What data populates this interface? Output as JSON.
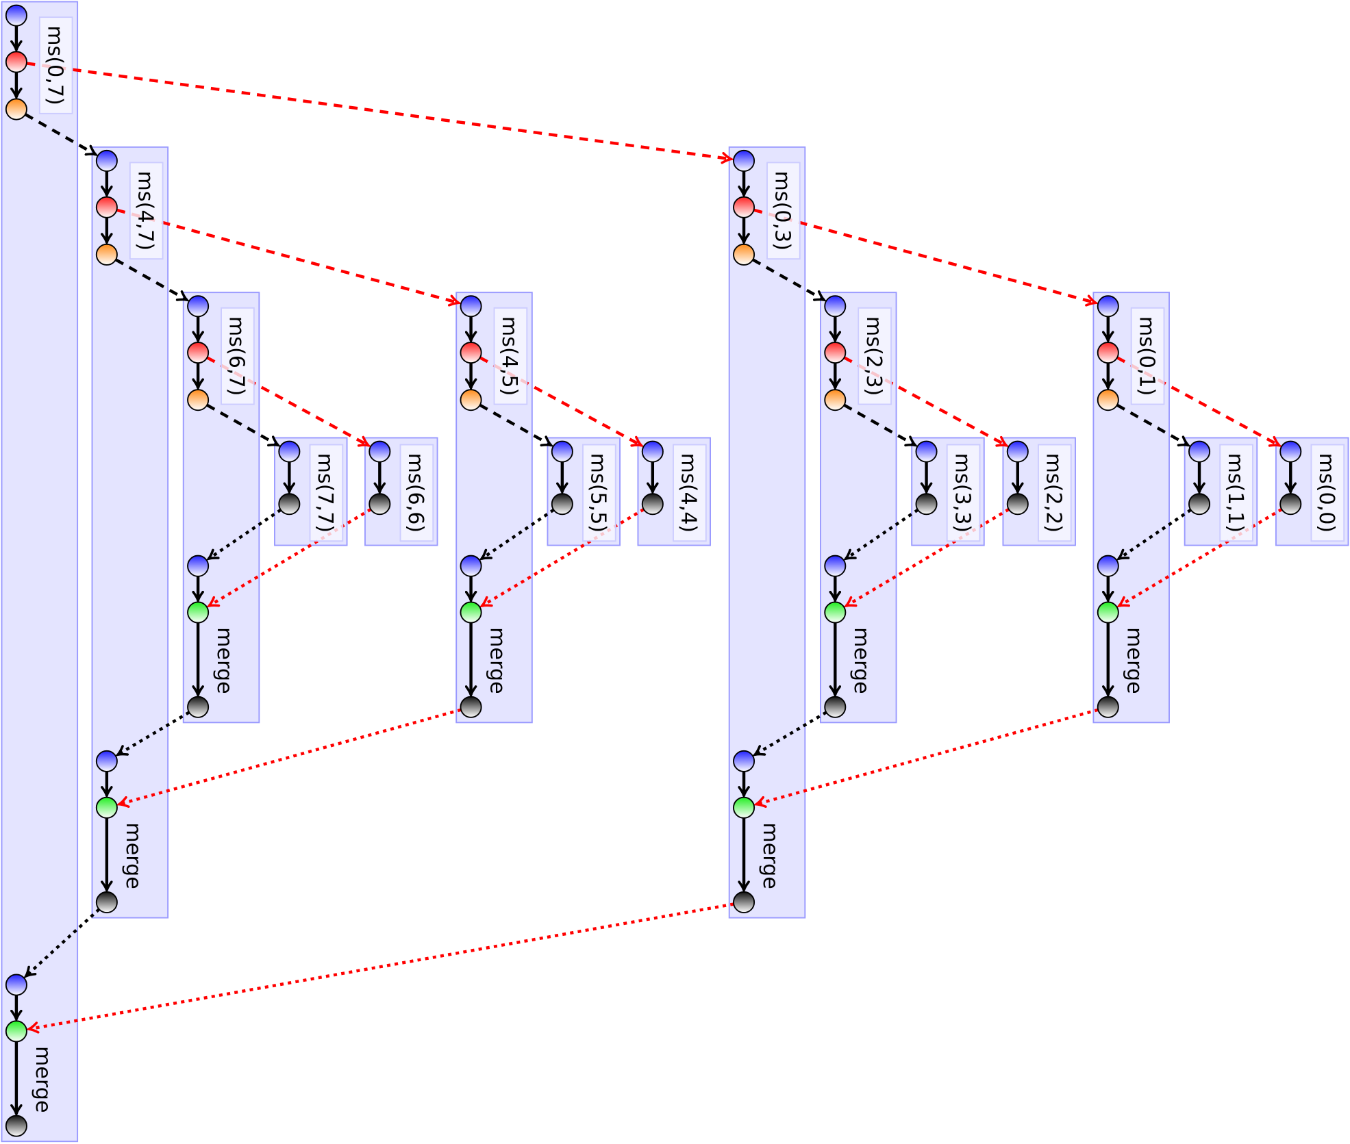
{
  "merge_label": "merge",
  "colors": {
    "box_fill": "#e4e4ff",
    "box_stroke": "#9999ff",
    "label_fill": "#f6f6ff",
    "label_stroke": "#ccccff",
    "entry_node": "#2222ff",
    "split_node": "#ff2222",
    "call_node": "#ff8c1a",
    "merge_node": "#22ee22",
    "exit_node": "#111111",
    "left_edge": "#000000",
    "right_edge": "#ff0000"
  },
  "tree": {
    "label": "ms(0,7)",
    "left": {
      "label": "ms(4,7)",
      "left": {
        "label": "ms(6,7)",
        "left": {
          "label": "ms(7,7)"
        },
        "right": {
          "label": "ms(6,6)"
        }
      },
      "right": {
        "label": "ms(4,5)",
        "left": {
          "label": "ms(5,5)"
        },
        "right": {
          "label": "ms(4,4)"
        }
      }
    },
    "right": {
      "label": "ms(0,3)",
      "left": {
        "label": "ms(2,3)",
        "left": {
          "label": "ms(3,3)"
        },
        "right": {
          "label": "ms(2,2)"
        }
      },
      "right": {
        "label": "ms(0,1)",
        "left": {
          "label": "ms(1,1)"
        },
        "right": {
          "label": "ms(0,0)"
        }
      }
    }
  }
}
